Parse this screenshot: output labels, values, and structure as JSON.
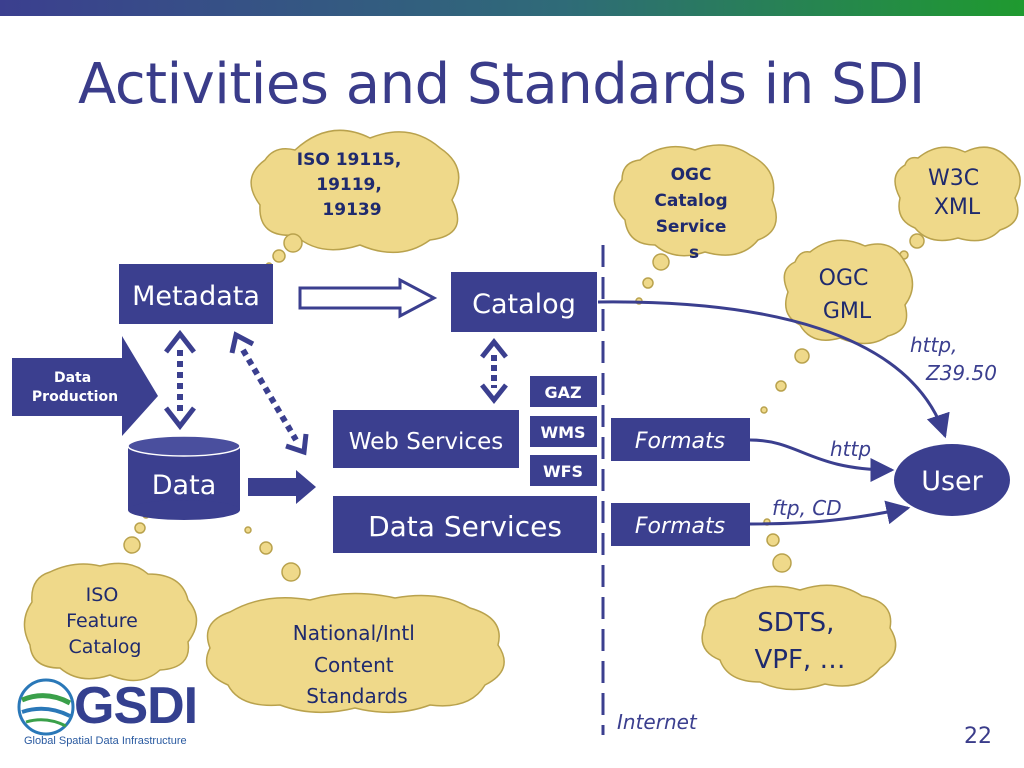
{
  "title": "Activities and Standards in SDI",
  "page_number": "22",
  "logo": {
    "name": "GSDI",
    "subtitle": "Global Spatial Data Infrastructure"
  },
  "boxes": {
    "metadata": "Metadata",
    "catalog": "Catalog",
    "web_services": "Web Services",
    "data_services": "Data Services",
    "data": "Data",
    "user": "User",
    "data_production_1": "Data",
    "data_production_2": "Production",
    "gaz": "GAZ",
    "wms": "WMS",
    "wfs": "WFS",
    "formats_1": "Formats",
    "formats_2": "Formats"
  },
  "clouds": {
    "iso_metadata": [
      "ISO 19115,",
      "19119,",
      "19139"
    ],
    "ogc_catalog": [
      "OGC",
      "Catalog",
      "Service",
      "s"
    ],
    "w3c": [
      "W3C",
      "XML"
    ],
    "ogc_gml": [
      "OGC",
      "GML"
    ],
    "iso_feature": [
      "ISO",
      "Feature",
      "Catalog"
    ],
    "national": [
      "National/Intl",
      "Content",
      "Standards"
    ],
    "sdts": [
      "SDTS,",
      "VPF, …"
    ]
  },
  "labels": {
    "http_z3950_1": "http,",
    "http_z3950_2": "Z39.50",
    "http": "http",
    "ftp_cd": "ftp, CD",
    "internet": "Internet"
  },
  "colors": {
    "box": "#3b3f8f",
    "cloud_fill": "#efd98a",
    "cloud_stroke": "#b9a24d",
    "title": "#3a3c8a"
  }
}
